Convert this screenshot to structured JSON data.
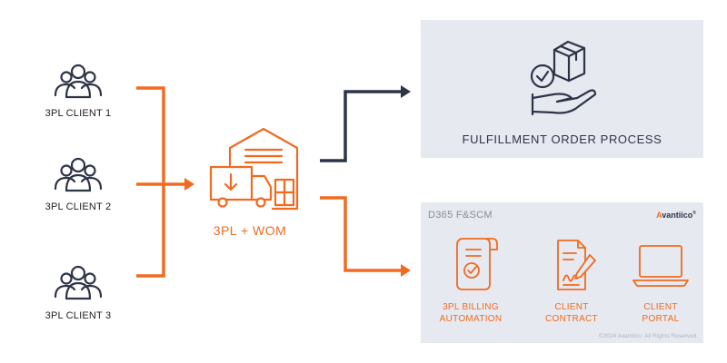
{
  "clients": [
    {
      "label": "3PL CLIENT 1"
    },
    {
      "label": "3PL CLIENT 2"
    },
    {
      "label": "3PL CLIENT 3"
    }
  ],
  "hub": {
    "label": "3PL + WOM"
  },
  "fulfillment": {
    "title": "FULFILLMENT ORDER PROCESS"
  },
  "system_panel": {
    "title": "D365 F&SCM",
    "brand": "Avantiico",
    "brand_first_letter": "A",
    "brand_rest": "vantiico",
    "copyright": "©2024 Avantiico. All Rights Reserved.",
    "features": [
      {
        "line1": "3PL BILLING",
        "line2": "AUTOMATION",
        "icon": "billing-scroll-icon"
      },
      {
        "line1": "CLIENT",
        "line2": "CONTRACT",
        "icon": "contract-signature-icon"
      },
      {
        "line1": "CLIENT",
        "line2": "PORTAL",
        "icon": "laptop-icon"
      }
    ]
  },
  "colors": {
    "accent": "#f26a21",
    "navy": "#2e3448",
    "panel": "#e6e9ef"
  }
}
